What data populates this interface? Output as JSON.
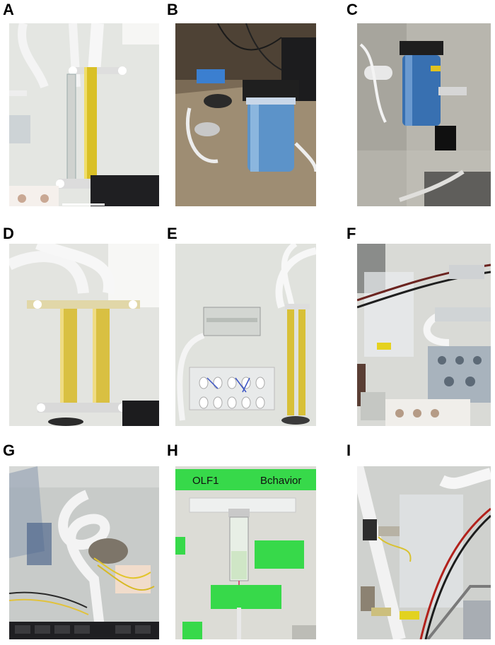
{
  "panels": [
    {
      "id": "A",
      "label": "A",
      "caption": ""
    },
    {
      "id": "B",
      "label": "B",
      "caption": ""
    },
    {
      "id": "C",
      "label": "C",
      "caption": ""
    },
    {
      "id": "D",
      "label": "D",
      "caption": ""
    },
    {
      "id": "E",
      "label": "E",
      "caption": ""
    },
    {
      "id": "F",
      "label": "F",
      "caption": ""
    },
    {
      "id": "G",
      "label": "G",
      "caption": ""
    },
    {
      "id": "H",
      "label": "H",
      "caption": ""
    },
    {
      "id": "I",
      "label": "I",
      "caption": ""
    }
  ],
  "sign_text": {
    "H_header_left": "OLF1",
    "H_header_right": "Bchavior"
  },
  "colors": {
    "panel_white": "#e9ebe8",
    "liquid_yellow": "#d9c026",
    "filter_blue": "#3f79b8",
    "sign_green": "#37d94a",
    "tube_white": "#f2f2f2"
  }
}
